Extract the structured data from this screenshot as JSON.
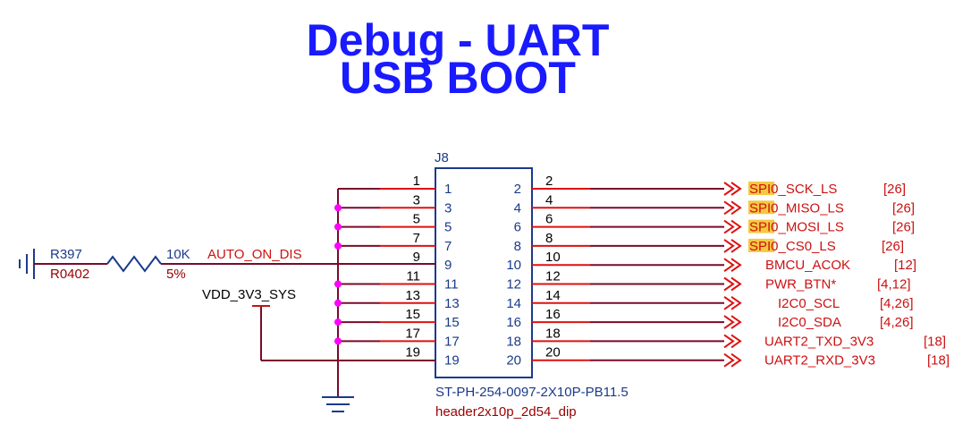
{
  "title": {
    "line1": "Debug - UART",
    "line2": "USB BOOT"
  },
  "connector": {
    "refdes": "J8",
    "part_number": "ST-PH-254-0097-2X10P-PB11.5",
    "footprint": "header2x10p_2d54_dip",
    "left_pins": [
      "1",
      "3",
      "5",
      "7",
      "9",
      "11",
      "13",
      "15",
      "17",
      "19"
    ],
    "right_pins": [
      "2",
      "4",
      "6",
      "8",
      "10",
      "12",
      "14",
      "16",
      "18",
      "20"
    ]
  },
  "resistor": {
    "refdes": "R397",
    "package": "R0402",
    "value": "10K",
    "tolerance": "5%"
  },
  "nets": {
    "auto_on_dis": "AUTO_ON_DIS",
    "vdd": "VDD_3V3_SYS"
  },
  "right_nets": [
    {
      "prefix": "SPI",
      "rest": "0_SCK_LS",
      "ref": "[26]"
    },
    {
      "prefix": "SPI",
      "rest": "0_MISO_LS",
      "ref": "[26]"
    },
    {
      "prefix": "SPI",
      "rest": "0_MOSI_LS",
      "ref": "[26]"
    },
    {
      "prefix": "SPI",
      "rest": "0_CS0_LS",
      "ref": "[26]"
    },
    {
      "prefix": "",
      "rest": "BMCU_ACOK",
      "ref": "[12]"
    },
    {
      "prefix": "",
      "rest": "PWR_BTN*",
      "ref": "[4,12]"
    },
    {
      "prefix": "",
      "rest": "I2C0_SCL",
      "ref": "[4,26]"
    },
    {
      "prefix": "",
      "rest": "I2C0_SDA",
      "ref": "[4,26]"
    },
    {
      "prefix": "",
      "rest": "UART2_TXD_3V3",
      "ref": "[18]"
    },
    {
      "prefix": "",
      "rest": "UART2_RXD_3V3",
      "ref": "[18]"
    }
  ],
  "colors": {
    "title": "#1a1aff",
    "wire": "#7a0a2a",
    "red_wire": "#dd1111",
    "junction": "#ff00ff",
    "box": "#1a3a8a",
    "highlight": "#f5c842"
  }
}
